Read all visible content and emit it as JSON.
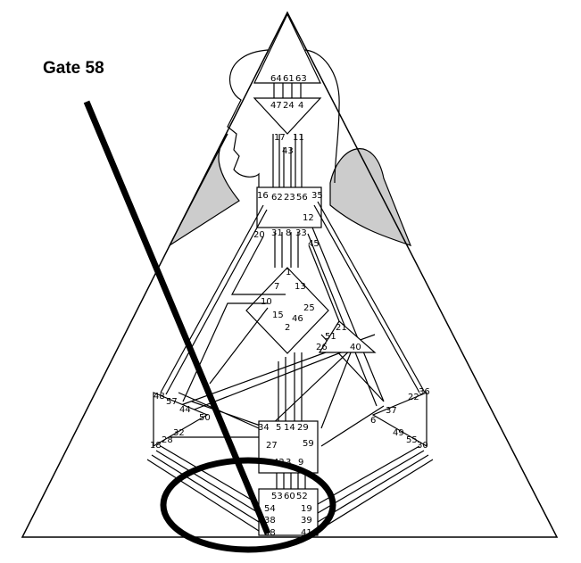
{
  "title": "Gate 58",
  "colors": {
    "line": "#000000",
    "shoulder_fill": "#cccccc",
    "background": "#ffffff"
  },
  "gates": {
    "head": [
      "64",
      "61",
      "63"
    ],
    "ajna_top": [
      "47",
      "24",
      "4"
    ],
    "ajna_lower": [
      "17",
      "43",
      "11"
    ],
    "throat_top": [
      "16",
      "62",
      "23",
      "56",
      "35"
    ],
    "throat_side": [
      "12",
      "45",
      "20"
    ],
    "throat_bottom": [
      "31",
      "8",
      "33"
    ],
    "g_top": [
      "7",
      "1",
      "13"
    ],
    "g_left": [
      "10"
    ],
    "g_center": [
      "15",
      "46",
      "2",
      "25"
    ],
    "ego": [
      "21",
      "51",
      "26",
      "40"
    ],
    "spleen": [
      "48",
      "57",
      "44",
      "50",
      "32",
      "28",
      "18"
    ],
    "sacral_top": [
      "34",
      "5",
      "14",
      "29"
    ],
    "sacral_side": [
      "27",
      "59"
    ],
    "solar_plexus": [
      "36",
      "22",
      "37",
      "6",
      "49",
      "55",
      "30"
    ],
    "sacral_bottom": [
      "42",
      "3",
      "9"
    ],
    "root_top": [
      "53",
      "60",
      "52"
    ],
    "root_left": [
      "54",
      "38",
      "58"
    ],
    "root_right": [
      "19",
      "39",
      "41"
    ]
  }
}
